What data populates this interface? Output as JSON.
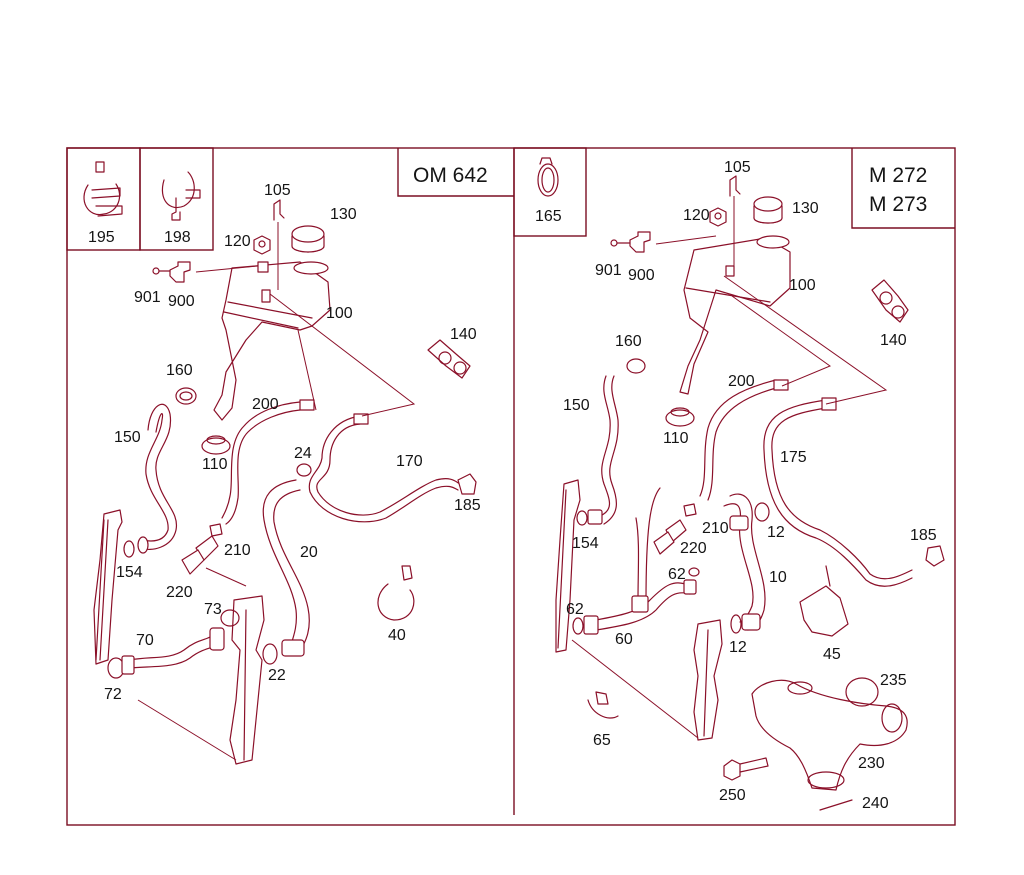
{
  "colors": {
    "line": "#8b1029",
    "frame": "#7a0e22",
    "text": "#151515",
    "background": "#ffffff"
  },
  "panels": {
    "left": {
      "engine": "OM 642",
      "inset_parts": [
        "195",
        "198"
      ],
      "labels": [
        "105",
        "130",
        "120",
        "100",
        "901",
        "900",
        "160",
        "200",
        "140",
        "150",
        "110",
        "24",
        "170",
        "185",
        "154",
        "210",
        "20",
        "220",
        "73",
        "70",
        "40",
        "72",
        "22"
      ]
    },
    "right": {
      "engine_lines": [
        "M 272",
        "M 273"
      ],
      "inset_parts": [
        "165"
      ],
      "labels": [
        "105",
        "120",
        "130",
        "901",
        "900",
        "100",
        "140",
        "160",
        "200",
        "150",
        "110",
        "175",
        "210",
        "12",
        "220",
        "185",
        "154",
        "62",
        "10",
        "62",
        "60",
        "12",
        "45",
        "235",
        "65",
        "230",
        "250",
        "240"
      ]
    }
  }
}
